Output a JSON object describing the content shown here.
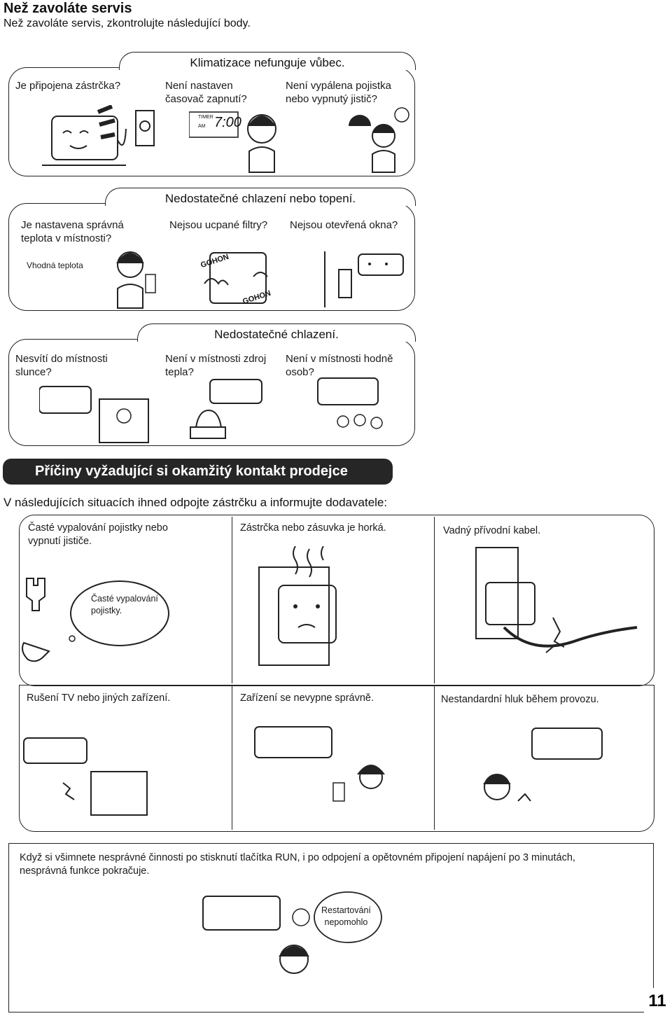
{
  "header": {
    "title": "Než zavoláte servis",
    "subtitle": "Než zavoláte servis, zkontrolujte následující body."
  },
  "section1": {
    "title": "Klimatizace nefunguje vůbec.",
    "items": [
      "Je připojena zástrčka?",
      "Není nastaven\nčasovač zapnutí?",
      "Není vypálena pojistka\nnebo vypnutý jistič?"
    ],
    "timer_label_top": "TIMER",
    "timer_label_bottom": "AM",
    "timer_value": "7:00"
  },
  "section2": {
    "title": "Nedostatečné chlazení nebo topení.",
    "items": [
      "Je nastavena správná\nteplota v místnosti?",
      "Nejsou ucpané filtry?",
      "Nejsou otevřená okna?"
    ],
    "note": "Vhodná teplota",
    "sound1": "GOHON",
    "sound2": "GOHON"
  },
  "section3": {
    "title": "Nedostatečné chlazení.",
    "items": [
      "Nesvítí do místnosti\nslunce?",
      "Není v místnosti zdroj\ntepla?",
      "Není v místnosti hodně\nosob?"
    ]
  },
  "urgent": {
    "banner": "Příčiny vyžadující si okamžitý kontakt prodejce",
    "intro": "V následujících situacích ihned odpojte zástrčku a informujte dodavatele:",
    "items": [
      "Časté vypalování pojistky nebo\nvypnutí jističe.",
      "Zástrčka nebo zásuvka je horká.",
      "Vadný přívodní kabel.",
      "Rušení TV nebo jiných zařízení.",
      "Zařízení se nevypne správně.",
      "Nestandardní hluk během provozu."
    ],
    "bubble": "Časté vypalování\npojistky."
  },
  "restart": {
    "text": "Když si všimnete nesprávné činnosti po stisknutí tlačítka RUN, i po odpojení a opětovném připojení napájení po 3 minutách,\nnesprávná funkce pokračuje.",
    "bubble": "Restartování\nnepomohlo"
  },
  "page_number": "11"
}
